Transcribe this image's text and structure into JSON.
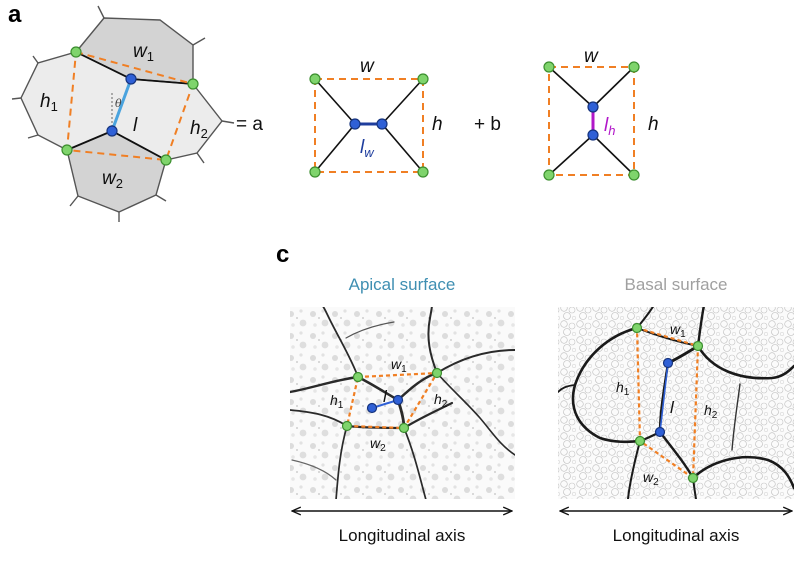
{
  "panel_labels": {
    "a": "a",
    "c": "c"
  },
  "equation": {
    "equals_a": "= a",
    "plus_b": "+ b"
  },
  "cells_diagram": {
    "w1": "w",
    "w1_sub": "1",
    "w2": "w",
    "w2_sub": "2",
    "h1": "h",
    "h1_sub": "1",
    "h2": "h",
    "h2_sub": "2",
    "l": "l",
    "theta": "θ"
  },
  "term_a": {
    "w": "w",
    "h": "h",
    "lw": "l",
    "lw_sub": "w"
  },
  "term_b": {
    "w": "w",
    "h": "h",
    "lh": "l",
    "lh_sub": "h"
  },
  "apical": {
    "title": "Apical surface",
    "w1": "w",
    "w1_sub": "1",
    "w2": "w",
    "w2_sub": "2",
    "h1": "h",
    "h1_sub": "1",
    "h2": "h",
    "h2_sub": "2",
    "l": "l",
    "axis_label": "Longitudinal axis"
  },
  "basal": {
    "title": "Basal surface",
    "w1": "w",
    "w1_sub": "1",
    "w2": "w",
    "w2_sub": "2",
    "h1": "h",
    "h1_sub": "1",
    "h2": "h",
    "h2_sub": "2",
    "l": "l",
    "axis_label": "Longitudinal axis"
  },
  "colors": {
    "orange": "#f07f24",
    "green_node": "#7fd46c",
    "blue_node": "#2f60d6",
    "dark_blue": "#1f3e9e",
    "light_blue": "#4aa3de",
    "purple": "#b117c9",
    "cell_fill": "#d2d2d2",
    "apical_title": "#3f8fb2",
    "basal_title": "#a0a0a0"
  }
}
